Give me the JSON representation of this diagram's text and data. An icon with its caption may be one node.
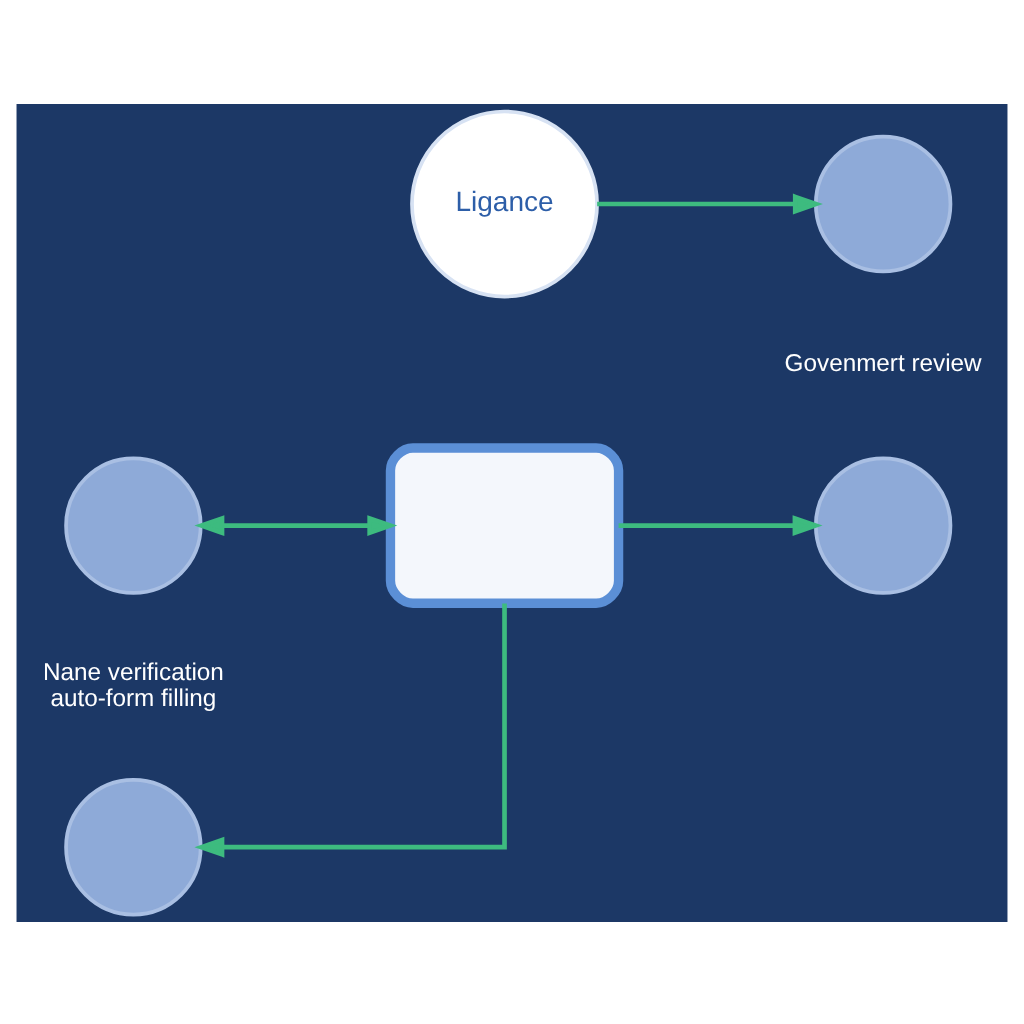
{
  "diagram": {
    "nodes": [
      {
        "text": [],
        "shape": "circle",
        "beside": [
          "Nane verification auto-form filling"
        ]
      },
      {
        "text": [],
        "shape": "circle"
      },
      {
        "text": [],
        "shape": "box"
      },
      {
        "text": [
          "Ligance"
        ]
      },
      {
        "text": [],
        "shape": "circle",
        "beside": [
          "Govenmert review"
        ]
      },
      {
        "text": [],
        "shape": "circle"
      }
    ],
    "edges": [
      {
        "from": 0,
        "to": 2,
        "arrow": "both"
      },
      {
        "from": 2,
        "to": 1,
        "arrow": "to"
      },
      {
        "from": 3,
        "to": 4,
        "arrow": "to"
      },
      {
        "from": 2,
        "to": 5,
        "arrow": "to"
      }
    ]
  }
}
